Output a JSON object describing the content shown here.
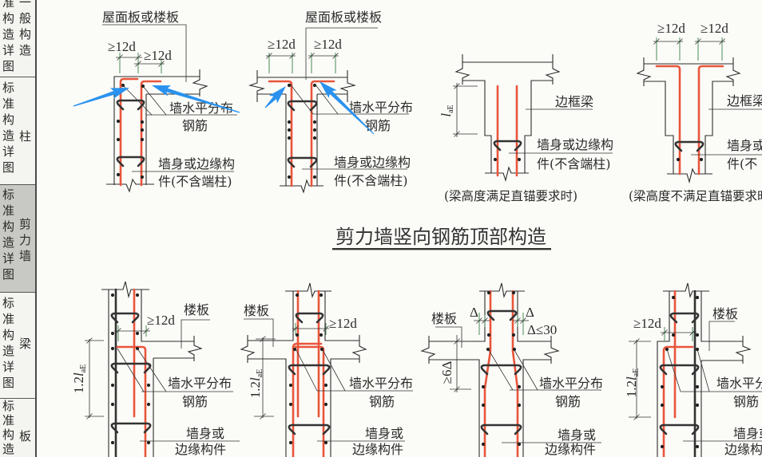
{
  "sidebar": {
    "tabs": [
      {
        "prefix": "准构造详图",
        "label": "一般构造",
        "selected": false
      },
      {
        "prefix": "标准构造详图",
        "label": "柱",
        "selected": false
      },
      {
        "prefix": "标准构造详图",
        "label": "剪力墙",
        "selected": true
      },
      {
        "prefix": "标准构造详图",
        "label": "梁",
        "selected": false
      },
      {
        "prefix": "标准构造",
        "label": "板",
        "selected": false
      }
    ]
  },
  "section_title": "剪力墙竖向钢筋顶部构造",
  "colors": {
    "rebar_highlight": "#e9553b",
    "annotation_arrow": "#2a92ee",
    "selected_tab_bg": "#c8c9c4",
    "extension_line": "#4a8c55"
  },
  "top_details": [
    {
      "slab_label": "屋面板或楼板",
      "dims": [
        "≥12d",
        "≥12d"
      ],
      "bar_label": [
        "墙水平分布",
        "钢筋"
      ],
      "member_label": [
        "墙身或边缘构",
        "件(不含端柱)"
      ]
    },
    {
      "slab_label": "屋面板或楼板",
      "dims": [
        "≥12d",
        "≥12d"
      ],
      "bar_label": [
        "墙水平分布",
        "钢筋"
      ],
      "member_label": [
        "墙身或边缘构",
        "件(不含端柱)"
      ]
    },
    {
      "beam_label": "边框梁",
      "anchor_dim": {
        "symbol": "l",
        "subscript": "aE"
      },
      "member_label": [
        "墙身或边缘构",
        "件(不含端柱)"
      ],
      "caption": "(梁高度满足直锚要求时)"
    },
    {
      "dims": [
        "≥12d",
        "≥12d"
      ],
      "beam_label": "边框梁",
      "member_label": [
        "墙身或",
        "件(不"
      ],
      "caption": "(梁高度不满足直锚要求时"
    }
  ],
  "bottom_details": [
    {
      "slab_label": "楼板",
      "dim": "≥12d",
      "lap_dim": {
        "prefix": "1.2",
        "symbol": "l",
        "subscript": "aE"
      },
      "bar_label": [
        "墙水平分布",
        "钢筋"
      ],
      "member_label": [
        "墙身或",
        "边缘构件"
      ]
    },
    {
      "slab_label": "楼板",
      "dim": "≥12d",
      "lap_dim": {
        "prefix": "1.2",
        "symbol": "l",
        "subscript": "aE"
      },
      "bar_label": [
        "墙水平分布",
        "钢筋"
      ],
      "member_label": [
        "墙身或",
        "边缘构件"
      ]
    },
    {
      "slab_label": "楼板",
      "offset_left": "Δ",
      "offset_right": "Δ",
      "offset_limit": "Δ≤30",
      "slope_dim": "≥6Δ",
      "bar_label": [
        "墙水平分布",
        "钢筋"
      ],
      "member_label": [
        "墙身或",
        "边缘构件"
      ]
    },
    {
      "slab_label": "楼板",
      "dim": "≥12d",
      "lap_dim": {
        "prefix": "1.2",
        "symbol": "l",
        "subscript": "aE"
      },
      "bar_label": [
        "墙水平分",
        "钢筋"
      ],
      "member_label": [
        "墙身或",
        "边缘构"
      ]
    }
  ]
}
